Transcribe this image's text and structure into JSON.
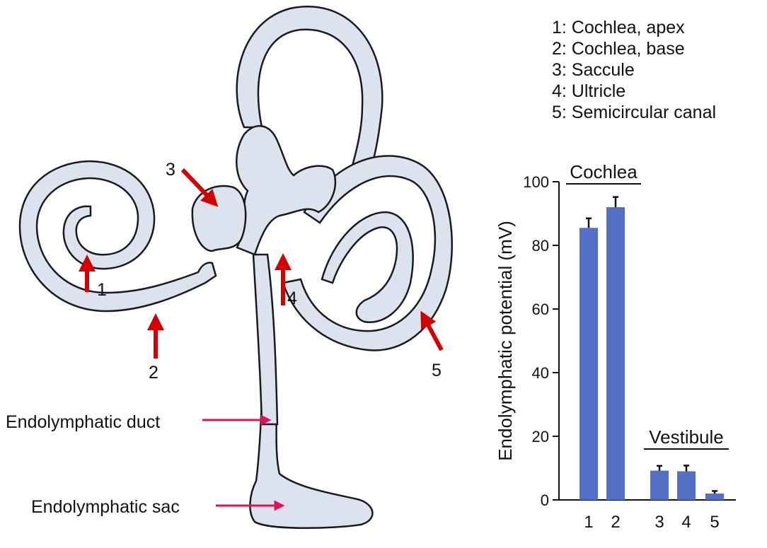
{
  "legend": [
    "1: Cochlea, apex",
    "2: Cochlea, base",
    "3: Saccule",
    "4: Ultricle",
    "5: Semicircular canal"
  ],
  "diagram": {
    "markers": [
      "1",
      "2",
      "3",
      "4",
      "5"
    ],
    "labels": {
      "duct": "Endolymphatic duct",
      "sac": "Endolymphatic sac"
    },
    "colors": {
      "tissue": "#dde3ee",
      "outline": "#1a1a1a",
      "marker": "#d40000",
      "pointer": "#e0105a"
    }
  },
  "chart_data": {
    "type": "bar",
    "categories": [
      "1",
      "2",
      "3",
      "4",
      "5"
    ],
    "values": [
      85.5,
      92,
      9.2,
      9,
      2
    ],
    "errors": [
      3,
      3.2,
      1.5,
      1.8,
      0.8
    ],
    "ylabel": "Endolymphatic potential (mV)",
    "xlabel": "",
    "ylim": [
      0,
      100
    ],
    "yticks": [
      0,
      20,
      40,
      60,
      80,
      100
    ],
    "groups": [
      {
        "label": "Cochlea",
        "members": [
          0,
          1
        ]
      },
      {
        "label": "Vestibule",
        "members": [
          2,
          3,
          4
        ]
      }
    ],
    "bar_color": "#5470c6",
    "grid": false
  }
}
